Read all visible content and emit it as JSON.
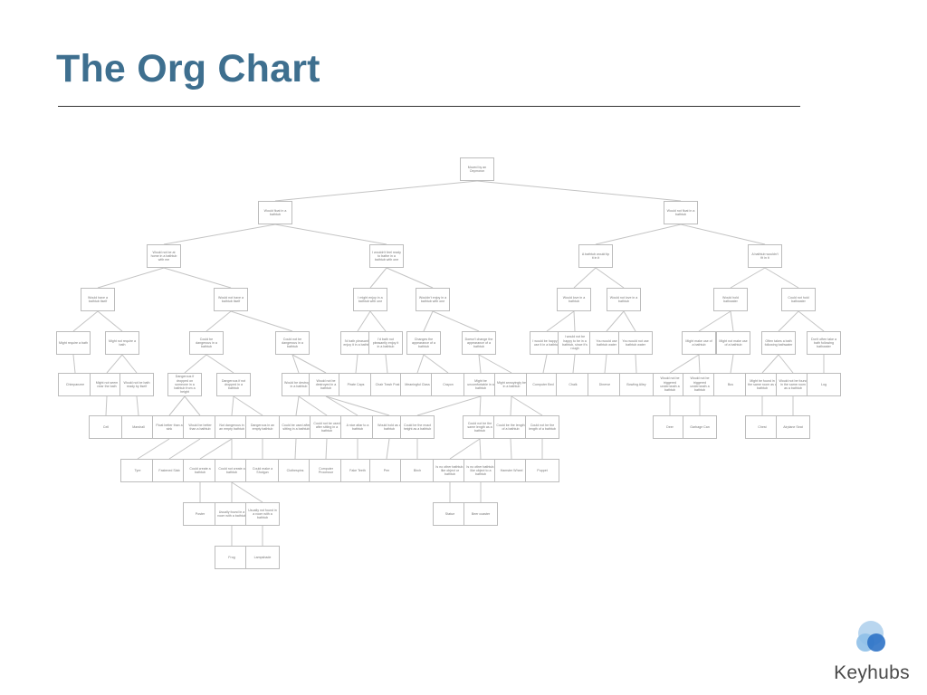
{
  "slide": {
    "title": "The Org Chart"
  },
  "logo": {
    "brand_name": "Keyhubs",
    "colors": [
      "#b9d6ef",
      "#8fc0e8",
      "#2f73c6"
    ]
  },
  "org_chart": {
    "node_labels": {
      "root": "Moved by an Oxymoron",
      "L1a": "Would float in a bathtub",
      "L1b": "Would not float in a bathtub",
      "L2a": "Would not be at home in a bathtub with me",
      "L2b": "I wouldn't feel ready to bathe in a bathtub with one",
      "L2c": "A bathtub would tip it in it",
      "L2d": "A bathtub wouldn't fit in it",
      "L3a": "Would have a bathtub itself",
      "L3b": "Would not have a bathtub itself",
      "L3c": "I might enjoy in a bathtub with one",
      "L3d": "Wouldn't enjoy in a bathtub with one",
      "L3e": "Would love in a bathtub",
      "L3f": "Would not love in a bathtub",
      "L3g": "Would hold bathwater",
      "L3h": "Could not hold bathwater",
      "L4a": "Might require a bath",
      "L4b": "Might not require a bath",
      "L4c": "Could be dangerous in a bathtub",
      "L4d": "Could not be dangerous in a bathtub",
      "L4e": "I'd bath pleasantly enjoy it in a bathtub",
      "L4f": "I'd bath not pleasantly enjoy it in a bathtub",
      "L4g": "Changes the appearance of a bathtub",
      "L4h": "Doesn't change the appearance of a bathtub",
      "L4i": "I would be happy to use it in a bathtub",
      "L4j": "I would not be happy to be in a bathtub, since it's rough",
      "L4k": "You would use bathtub water",
      "L4l": "You would not use bathtub water",
      "L4m": "Might make use of a bathtub",
      "L4n": "Might not make use of a bathtub",
      "L4o": "Often takes a bath following bathwater",
      "L4p": "Don't often take a bath following bathwater",
      "L5a": "Chimpanzee",
      "L5b": "Might not seem near the bath",
      "L5c": "Would not be bath ready by itself",
      "L5d": "Dangerous if dropped on someone in a bathtub from a height",
      "L5e": "Dangerous if not dropped in a bathtub",
      "L5f": "Would be destroyed in a bathtub",
      "L5g": "Would not be destroyed in a bathtub",
      "L5h": "Pirate Caps",
      "L5i": "Chair Trash Post",
      "L5j": "Meaningful Class",
      "L5k": "Crayon",
      "L5l": "Might be uncomfortable in a bathtub",
      "L5m": "Might annoyingly be in a bathtub",
      "L5n": "Computer Bed",
      "L5o": "Chalk",
      "L5p": "Dinerve",
      "L5q": "Bowling Alley",
      "L5r": "Would not be triggered underneath a bathtub",
      "L5s": "Would not be triggered underneath a bathtub",
      "L5t": "Bus",
      "L5u": "Might be found in the same room as a bathtub",
      "L5v": "Would not be found in the same room as a bathtub",
      "L5w": "Log",
      "L6a": "Cell",
      "L6b": "Marshall",
      "L6c": "Float better than a sink",
      "L6d": "Would be better than a bathtub",
      "L6e": "Not dangerous in an empty bathtub",
      "L6f": "Dangerous in an empty bathtub",
      "L6g": "Could be used after sitting in a bathtub",
      "L6h": "Could not be used after sitting in a bathtub",
      "L6i": "A nice altar to a bathtub",
      "L6j": "Would hold as a bathtub",
      "L6k": "Could be the exact height as a bathtub",
      "L6l": "Could not be the same length as a bathtub",
      "L6m": "Could be the length of a bathtub",
      "L6n": "Could not be the length of a bathtub",
      "L6o": "Deer",
      "L6p": "Garbage Can",
      "L6q": "Chest",
      "L6r": "Airplane Seat",
      "L7a": "Tyre",
      "L7b": "Fastened Slab",
      "L7c": "Could create a bathtub",
      "L7d": "Could not create a bathtub",
      "L7e": "Could make a Shotgun",
      "L7f": "Clothespins",
      "L7g": "Computer Processor",
      "L7h": "Fake Teeth",
      "L7i": "Pen",
      "L7j": "Birch",
      "L7k": "Is no other bathtub-like object or bathtub",
      "L7l": "Is no other bathtub-like object to a bathtub",
      "L7m": "Hamster Wheel",
      "L7n": "Puppet",
      "L8a": "Poster",
      "L8b": "Usually found in a room with a bathtub",
      "L8c": "Usually not found in a room with a bathtub",
      "L8d": "Statue",
      "L8e": "Beer coaster",
      "L9a": "Frog",
      "L9b": "Lampshade"
    }
  }
}
